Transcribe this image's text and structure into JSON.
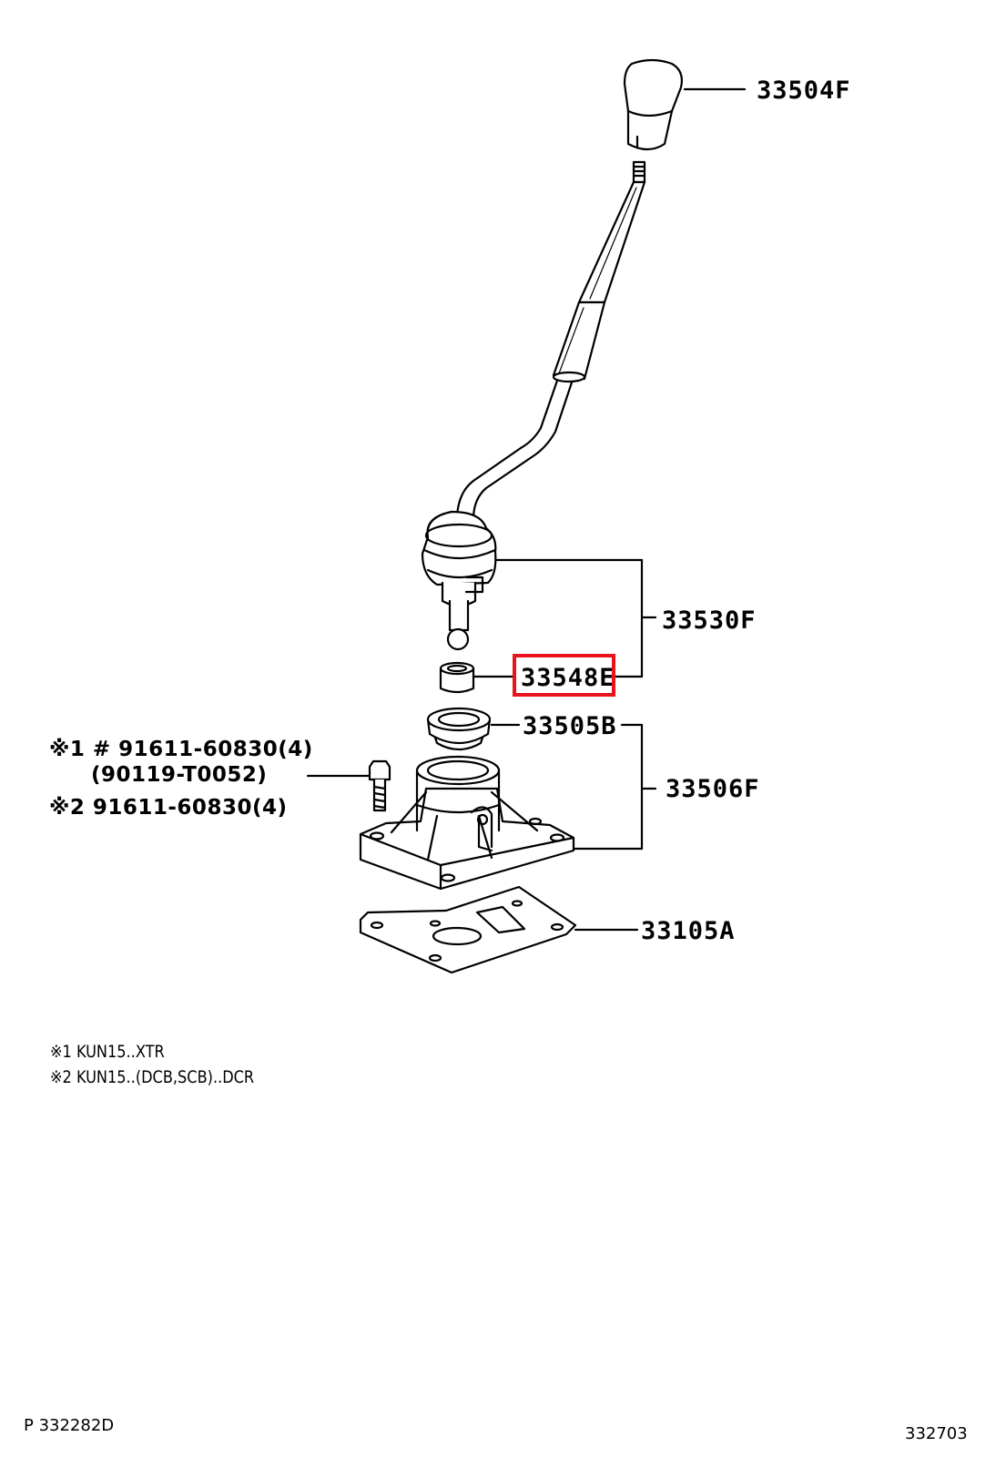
{
  "parts": {
    "knob": "33504F",
    "lever_assy": "33530F",
    "bushing": "33548E",
    "boot": "33505B",
    "retainer": "33506F",
    "gasket": "33105A"
  },
  "bolt_notes": {
    "line1": "※1 #  91611-60830(4)",
    "line2": "(90119-T0052)",
    "line3": "※2 91611-60830(4)"
  },
  "footnotes": {
    "note1": "※1 KUN15..XTR",
    "note2": "※2 KUN15..(DCB,SCB)..DCR"
  },
  "codes": {
    "left": "P 332282D",
    "right": "332703"
  },
  "highlight": {
    "part": "33548E",
    "color": "#e8131b"
  }
}
